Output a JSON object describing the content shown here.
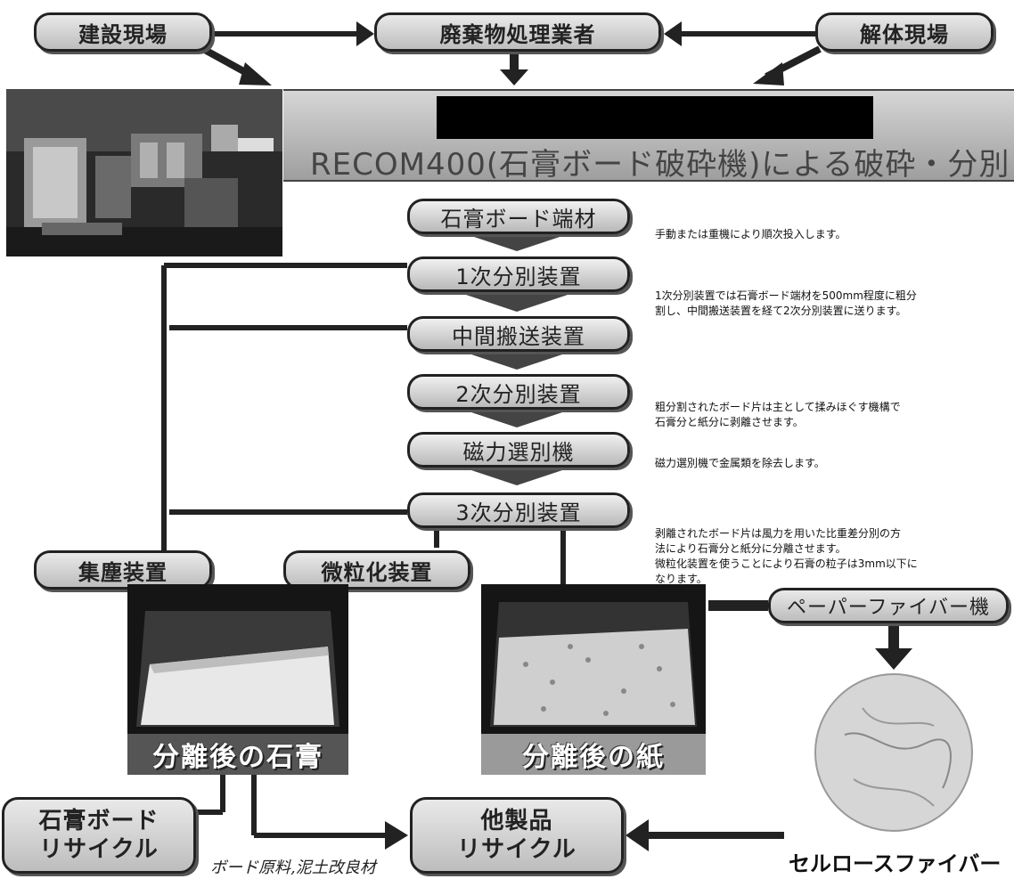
{
  "top": {
    "construction_site": "建設現場",
    "waste_processor": "廃棄物処理業者",
    "demolition_site": "解体現場"
  },
  "banner": {
    "title": "RECOM400(石膏ボード破砕機)による破砕・分別"
  },
  "steps": [
    {
      "label": "石膏ボード端材"
    },
    {
      "label": "1次分別装置"
    },
    {
      "label": "中間搬送装置"
    },
    {
      "label": "2次分別装置"
    },
    {
      "label": "磁力選別機"
    },
    {
      "label": "3次分別装置"
    }
  ],
  "notes": {
    "n1": "手動または重機により順次投入します。",
    "n2_line1": "1次分別装置では石膏ボード端材を500mm程度に粗分",
    "n2_line2": "割し、中間搬送装置を経て2次分別装置に送ります。",
    "n3_line1": "粗分割されたボード片は主として揉みほぐす機構で",
    "n3_line2": "石膏分と紙分に剥離させます。",
    "n4": "磁力選別機で金属類を除去します。",
    "n5_line1": "剥離されたボード片は風力を用いた比重差分別の方",
    "n5_line2": "法により石膏分と紙分に分離させます。",
    "n5_line3": "微粒化装置を使うことにより石膏の粒子は3mm以下に",
    "n5_line4": "なります。"
  },
  "side_units": {
    "dust_collector": "集塵装置",
    "pulverizer": "微粒化装置",
    "paper_fiber_machine": "ペーパーファイバー機"
  },
  "products": {
    "gypsum": "分離後の石膏",
    "paper": "分離後の紙",
    "cellulose": "セルロースファイバー"
  },
  "recycle": {
    "gypsum_line1": "石膏ボード",
    "gypsum_line2": "リサイクル",
    "other_line1": "他製品",
    "other_line2": "リサイクル"
  },
  "handwritten": "ボード原料,泥土改良材"
}
